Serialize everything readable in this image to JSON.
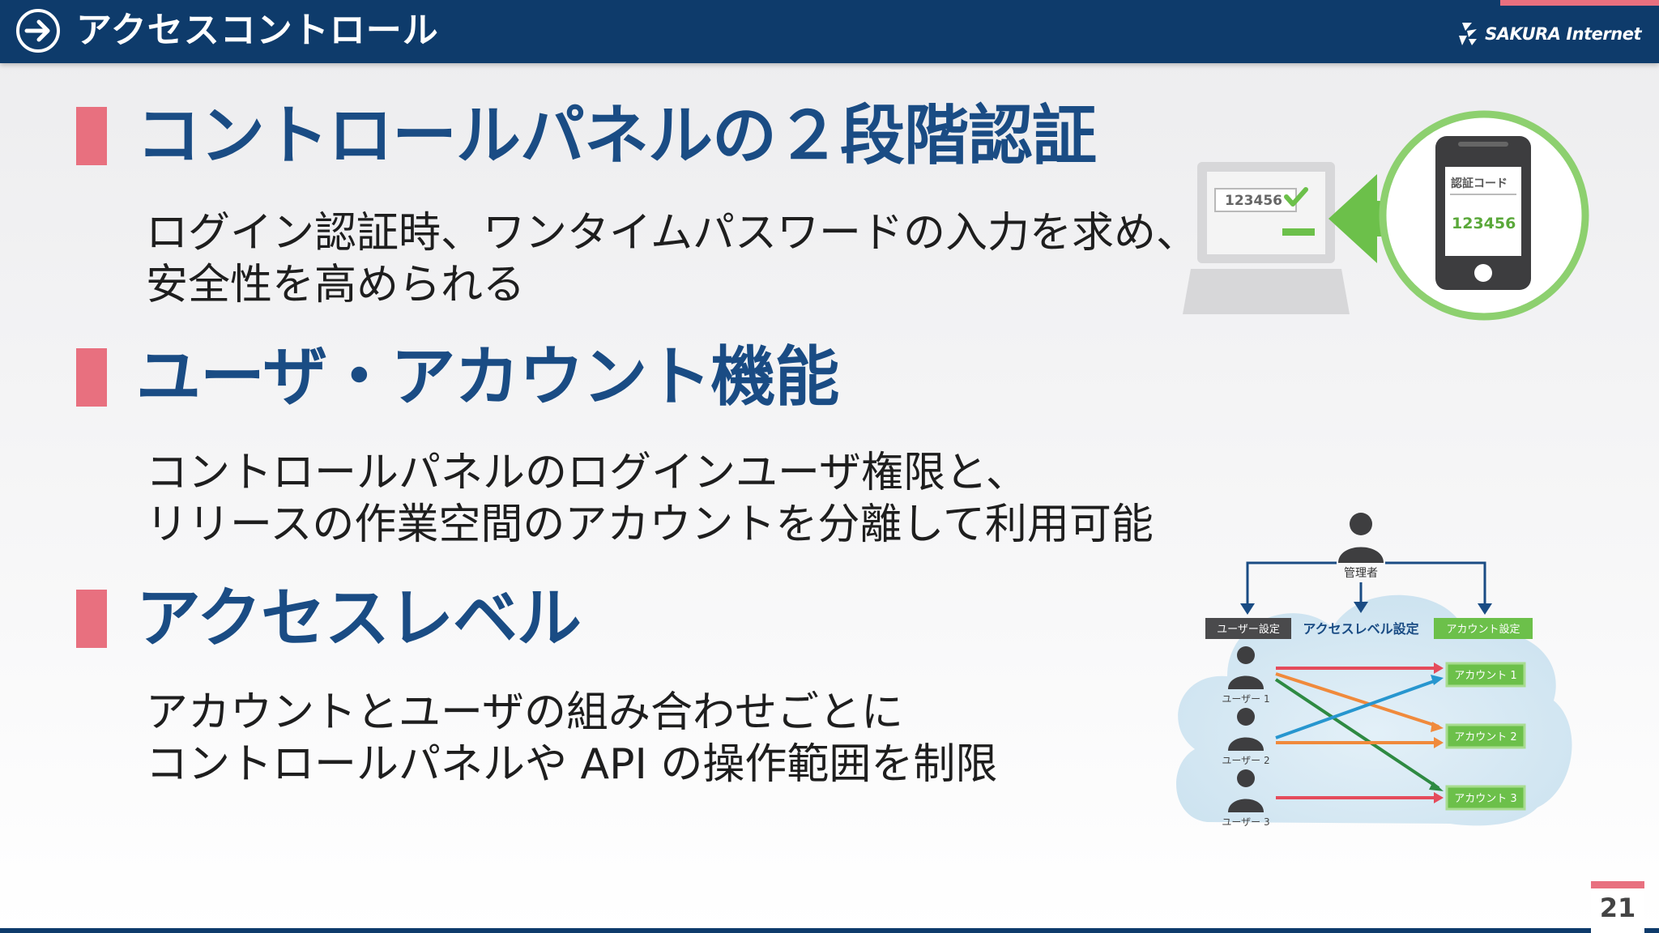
{
  "header": {
    "title": "アクセスコントロール",
    "brand": "SAKURA Internet"
  },
  "sections": [
    {
      "heading": "コントロールパネルの２段階認証",
      "lines": [
        "ログイン認証時、ワンタイムパスワードの入力を求め、",
        "安全性を高められる"
      ]
    },
    {
      "heading": "ユーザ・アカウント機能",
      "lines": [
        "コントロールパネルのログインユーザ権限と、",
        "リリースの作業空間のアカウントを分離して利用可能"
      ]
    },
    {
      "heading": "アクセスレベル",
      "lines": [
        "アカウントとユーザの組み合わせごとに",
        "コントロールパネルや API の操作範囲を制限"
      ]
    }
  ],
  "twofa_illustration": {
    "laptop_code": "123456",
    "phone_label": "認証コード",
    "phone_code": "123456"
  },
  "access_diagram": {
    "admin_label": "管理者",
    "user_setting": "ユーザー設定",
    "access_level_setting": "アクセスレベル設定",
    "account_setting": "アカウント設定",
    "users": [
      "ユーザー 1",
      "ユーザー 2",
      "ユーザー 3"
    ],
    "accounts": [
      "アカウント 1",
      "アカウント 2",
      "アカウント 3"
    ]
  },
  "colors": {
    "header_bg": "#0e3b6b",
    "accent_pink": "#e8707f",
    "heading_blue": "#1a4c84",
    "green": "#6cc04a"
  },
  "page_number": "21"
}
